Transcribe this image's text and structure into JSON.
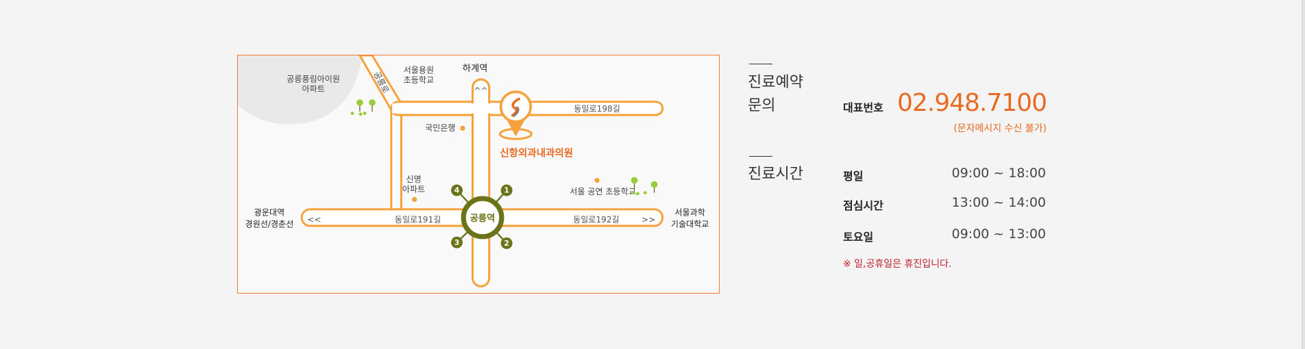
{
  "map": {
    "clinic_name": "신항외과내과의원",
    "station": "공릉역",
    "exits": [
      "1",
      "2",
      "3",
      "4"
    ],
    "labels": {
      "apt1_line1": "공릉풍림아이원",
      "apt1_line2": "아파트",
      "diag_road": "공릉로",
      "school1_line1": "서울용원",
      "school1_line2": "초등학교",
      "hagye": "하계역",
      "road198": "동일로198길",
      "bank": "국민은행",
      "apt2_line1": "신명",
      "apt2_line2": "아파트",
      "school2": "서울 공연 초등학교",
      "road191": "동일로191길",
      "road192": "동일로192길",
      "left_line1": "광운대역",
      "left_line2": "경원선/경춘선",
      "right_line1": "서울과학",
      "right_line2": "기술대학교",
      "arrow_left": "<<",
      "arrow_right": ">>",
      "arrow_up": "^^"
    },
    "colors": {
      "road": "#f7a13c",
      "station": "#6b7419",
      "clinic": "#ea6a22"
    }
  },
  "reservation": {
    "title_line1": "진료예약",
    "title_line2": "문의",
    "phone_label": "대표번호",
    "phone": "02.948.7100",
    "phone_note": "(문자메시지 수신 불가)"
  },
  "hours": {
    "title": "진료시간",
    "rows": [
      {
        "label": "평일",
        "time": "09:00 ~ 18:00"
      },
      {
        "label": "점심시간",
        "time": "13:00 ~ 14:00"
      },
      {
        "label": "토요일",
        "time": "09:00 ~ 13:00"
      }
    ],
    "note": "※ 일,공휴일은 휴진입니다."
  }
}
